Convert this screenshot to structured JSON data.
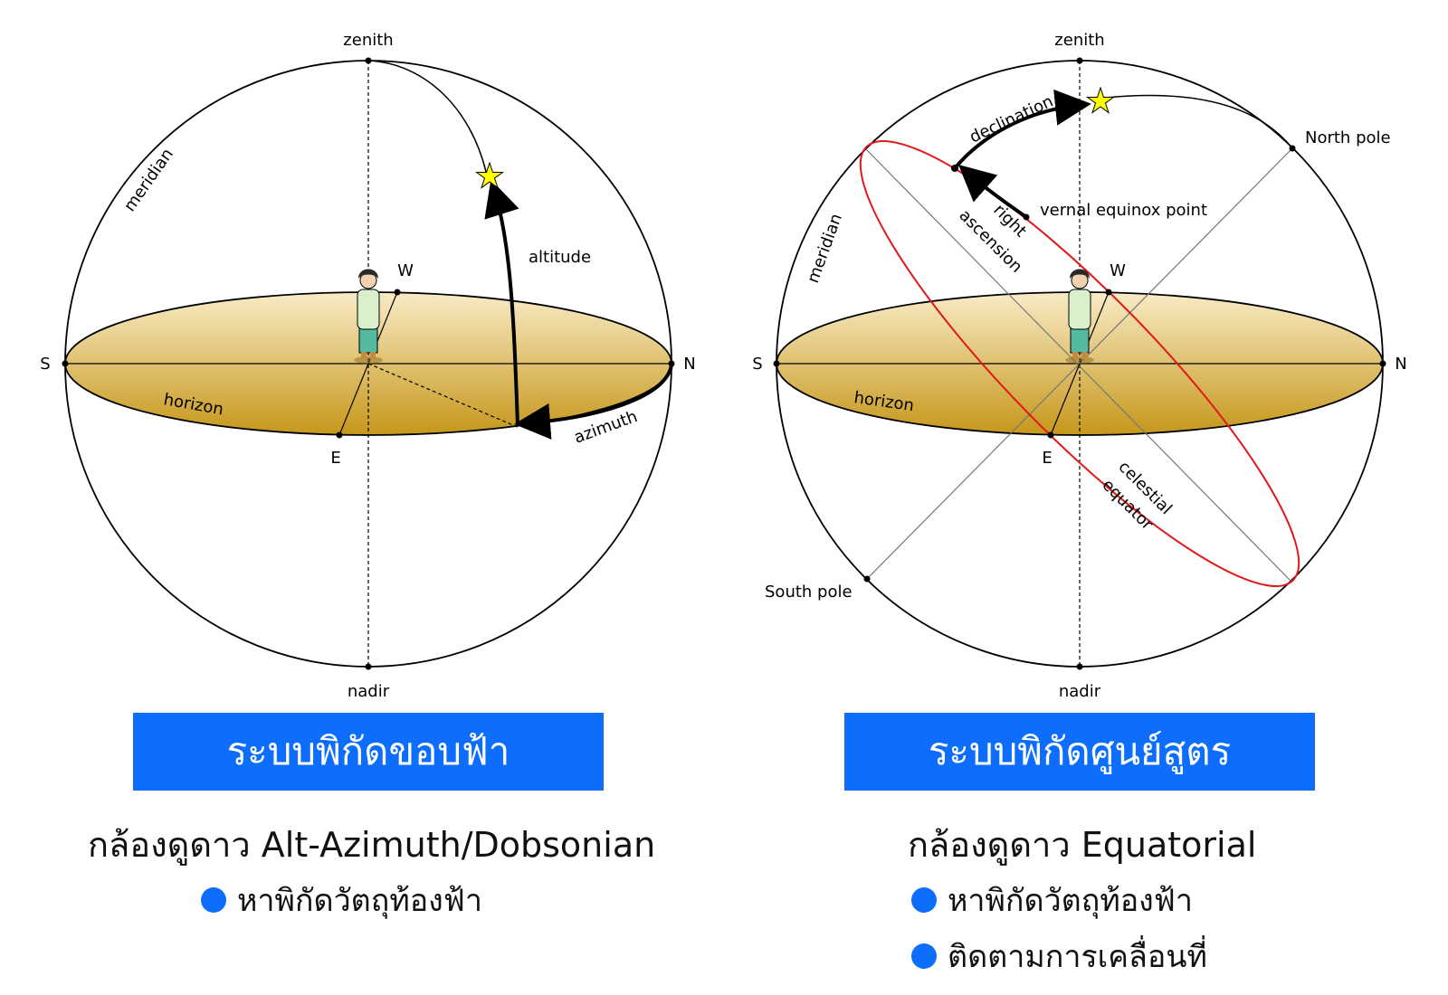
{
  "left": {
    "labels": {
      "zenith": "zenith",
      "nadir": "nadir",
      "meridian": "meridian",
      "altitude": "altitude",
      "azimuth": "azimuth",
      "horizon": "horizon",
      "S": "S",
      "N": "N",
      "W": "W",
      "E": "E"
    },
    "banner": "ระบบพิกัดขอบฟ้า",
    "subtitle": "กล้องดูดาว Alt-Azimuth/Dobsonian",
    "bullets": [
      "หาพิกัดวัตถุท้องฟ้า"
    ]
  },
  "right": {
    "labels": {
      "zenith": "zenith",
      "nadir": "nadir",
      "meridian": "meridian",
      "declination": "declination",
      "right": "right",
      "ascension": "ascension",
      "vernal": "vernal equinox point",
      "north_pole": "North pole",
      "south_pole": "South pole",
      "celestial": "celestial",
      "equator": "equator",
      "horizon": "horizon",
      "S": "S",
      "N": "N",
      "W": "W",
      "E": "E"
    },
    "banner": "ระบบพิกัดศูนย์สูตร",
    "subtitle": "กล้องดูดาว Equatorial",
    "bullets": [
      "หาพิกัดวัตถุท้องฟ้า",
      "ติดตามการเคลื่อนที่"
    ]
  },
  "colors": {
    "banner": "#0d6efd",
    "horizon_light": "#f6e3b4",
    "horizon_dark": "#c79a1a",
    "equator": "#e0191a",
    "star": "#ffff00"
  }
}
